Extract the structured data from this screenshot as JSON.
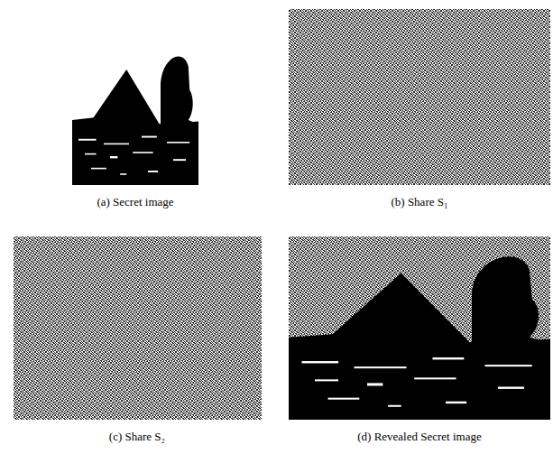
{
  "diagram": {
    "labels": [
      "(a) Secret image",
      "(b) Share S₁",
      "(c) Share S₂",
      "(d) Revealed Secret image"
    ]
  }
}
